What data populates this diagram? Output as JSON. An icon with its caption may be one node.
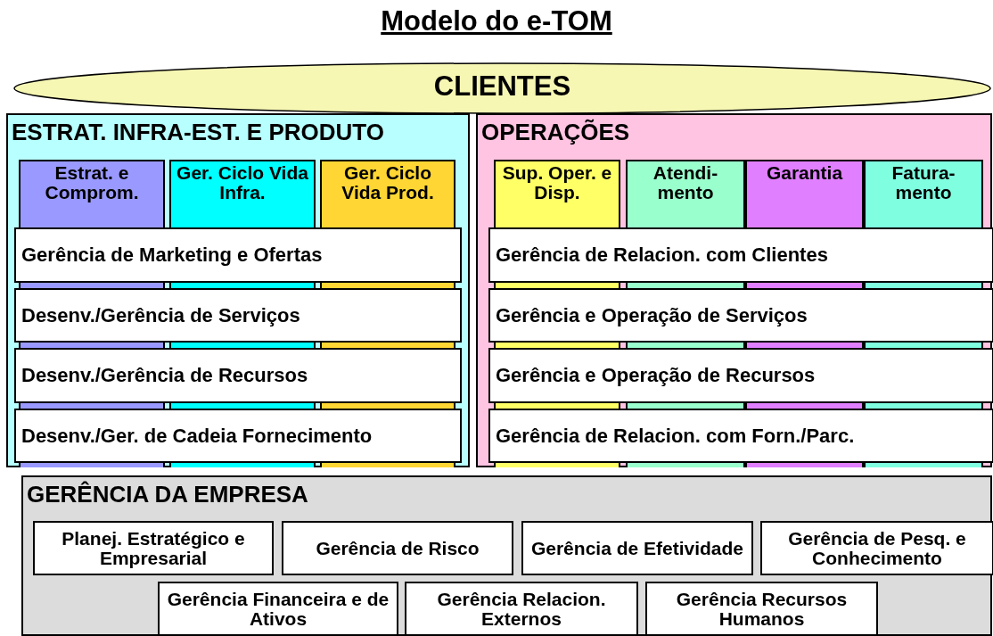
{
  "diagram": {
    "title": "Modelo do e-TOM",
    "nodes": [
      {
        "text": [
          "CLIENTES"
        ]
      },
      {
        "text": [
          "ESTRAT. INFRA-EST. E PRODUTO"
        ]
      },
      {
        "text": [
          "Estrat. e Comprom."
        ],
        "in": 1
      },
      {
        "text": [
          "Ger. Ciclo Vida Infra."
        ],
        "in": 1
      },
      {
        "text": [
          "Ger. Ciclo Vida Prod."
        ],
        "in": 1
      },
      {
        "text": [
          "Gerência de Marketing e Ofertas"
        ],
        "in": 1
      },
      {
        "text": [
          "Desenv./Gerência de Serviços"
        ],
        "in": 1
      },
      {
        "text": [
          "Desenv./Gerência de Recursos"
        ],
        "in": 1
      },
      {
        "text": [
          "Desenv./Ger. de Cadeia Fornecimento"
        ],
        "in": 1
      },
      {
        "text": [
          "OPERAÇÕES"
        ]
      },
      {
        "text": [
          "Sup. Oper. e Disp."
        ],
        "in": 9
      },
      {
        "text": [
          "Atendi- mento"
        ],
        "in": 9
      },
      {
        "text": [
          "Garantia"
        ],
        "in": 9
      },
      {
        "text": [
          "Fatura- mento"
        ],
        "in": 9
      },
      {
        "text": [
          "Gerência de Relacion. com Clientes"
        ],
        "in": 9
      },
      {
        "text": [
          "Gerência e Operação de Serviços"
        ],
        "in": 9
      },
      {
        "text": [
          "Gerência e Operação de Recursos"
        ],
        "in": 9
      },
      {
        "text": [
          "Gerência de Relacion. com Forn./Parc."
        ],
        "in": 9
      },
      {
        "text": [
          "GERÊNCIA DA EMPRESA"
        ]
      },
      {
        "text": [
          "Planej. Estratégico e Empresarial"
        ],
        "in": 18
      },
      {
        "text": [
          "Gerência de Risco"
        ],
        "in": 18
      },
      {
        "text": [
          "Gerência de Efetividade"
        ],
        "in": 18
      },
      {
        "text": [
          "Gerência de Pesq. e Conhecimento"
        ],
        "in": 18
      },
      {
        "text": [
          "Gerência Financeira e de Ativos"
        ],
        "in": 18
      },
      {
        "text": [
          "Gerência Relacion. Externos"
        ],
        "in": 18
      },
      {
        "text": [
          "Gerência Recursos Humanos"
        ],
        "in": 18
      }
    ]
  }
}
